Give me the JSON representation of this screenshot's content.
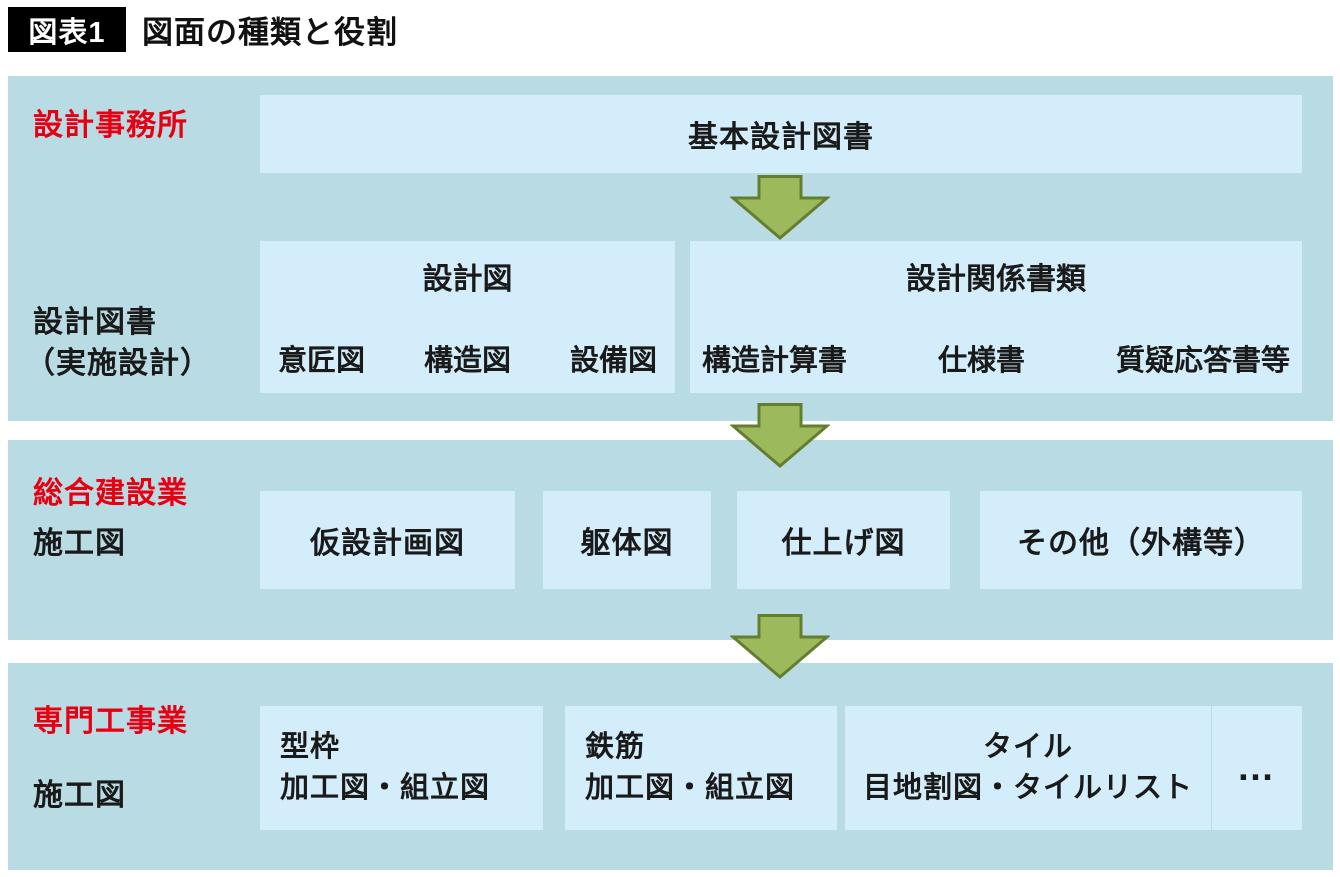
{
  "title": {
    "badge": "図表1",
    "text": "図面の種類と役割"
  },
  "colors": {
    "band_background": "#b9dce4",
    "box_background": "#d3edfa",
    "accent_red": "#e60012",
    "text_black": "#1a1a1a",
    "arrow_fill": "#9cba5b",
    "arrow_stroke": "#647e30",
    "badge_background": "#000000",
    "badge_text": "#ffffff"
  },
  "sections": {
    "design_office": {
      "actor": "設計事務所",
      "doc_line1": "設計図書",
      "doc_line2": "（実施設計）",
      "basic_box": "基本設計図書",
      "drawings": {
        "title": "設計図",
        "items": [
          "意匠図",
          "構造図",
          "設備図"
        ]
      },
      "documents": {
        "title": "設計関係書類",
        "items": [
          "構造計算書",
          "仕様書",
          "質疑応答書等"
        ]
      }
    },
    "general_contractor": {
      "actor": "総合建設業",
      "role": "施工図",
      "boxes": [
        "仮設計画図",
        "躯体図",
        "仕上げ図",
        "その他（外構等）"
      ]
    },
    "specialty_contractor": {
      "actor": "専門工事業",
      "role": "施工図",
      "boxes": [
        {
          "title": "型枠",
          "subtitle": "加工図・組立図"
        },
        {
          "title": "鉄筋",
          "subtitle": "加工図・組立図"
        },
        {
          "title": "タイル",
          "subtitle": "目地割図・タイルリスト"
        },
        {
          "title": "…",
          "subtitle": ""
        }
      ]
    }
  }
}
